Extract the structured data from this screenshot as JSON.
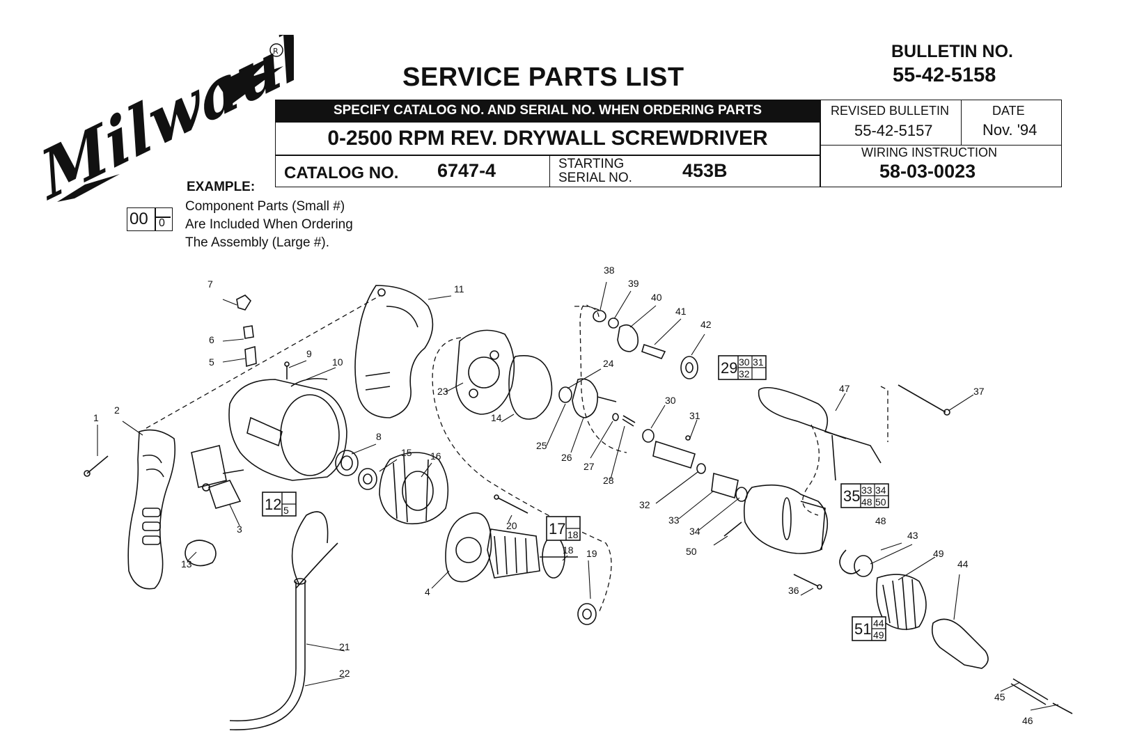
{
  "brand": {
    "name": "Milwaukee",
    "registered": "®"
  },
  "header": {
    "title": "SERVICE PARTS LIST",
    "bulletin_label": "BULLETIN NO.",
    "bulletin_no": "55-42-5158",
    "specify_text": "SPECIFY CATALOG NO. AND SERIAL NO. WHEN ORDERING PARTS",
    "product": "0-2500 RPM REV. DRYWALL SCREWDRIVER",
    "catalog_label": "CATALOG NO.",
    "catalog_no": "6747-4",
    "starting_label": "STARTING",
    "serial_label": "SERIAL NO.",
    "serial_no": "453B",
    "revised_label": "REVISED BULLETIN",
    "revised_no": "55-42-5157",
    "date_label": "DATE",
    "date": "Nov. '94",
    "wiring_label": "WIRING INSTRUCTION",
    "wiring_no": "58-03-0023"
  },
  "example": {
    "label": "EXAMPLE:",
    "line1": "Component Parts (Small #)",
    "line2": "Are Included When Ordering",
    "line3": "The Assembly (Large #).",
    "big": "00",
    "small": "0"
  },
  "part_labels": [
    "1",
    "2",
    "3",
    "4",
    "5",
    "6",
    "7",
    "8",
    "9",
    "10",
    "11",
    "13",
    "14",
    "15",
    "16",
    "18",
    "19",
    "20",
    "21",
    "22",
    "23",
    "24",
    "25",
    "26",
    "27",
    "28",
    "30",
    "31",
    "32",
    "33",
    "34",
    "36",
    "37",
    "38",
    "39",
    "40",
    "41",
    "42",
    "43",
    "44",
    "45",
    "46",
    "47",
    "48",
    "49",
    "50"
  ],
  "assemblies": [
    {
      "big": "12",
      "small": [
        "5"
      ]
    },
    {
      "big": "17",
      "small": [
        "18"
      ]
    },
    {
      "big": "29",
      "small": [
        "30",
        "31",
        "32"
      ]
    },
    {
      "big": "35",
      "small": [
        "33",
        "34",
        "48",
        "50"
      ]
    },
    {
      "big": "51",
      "small": [
        "44",
        "49"
      ]
    }
  ]
}
